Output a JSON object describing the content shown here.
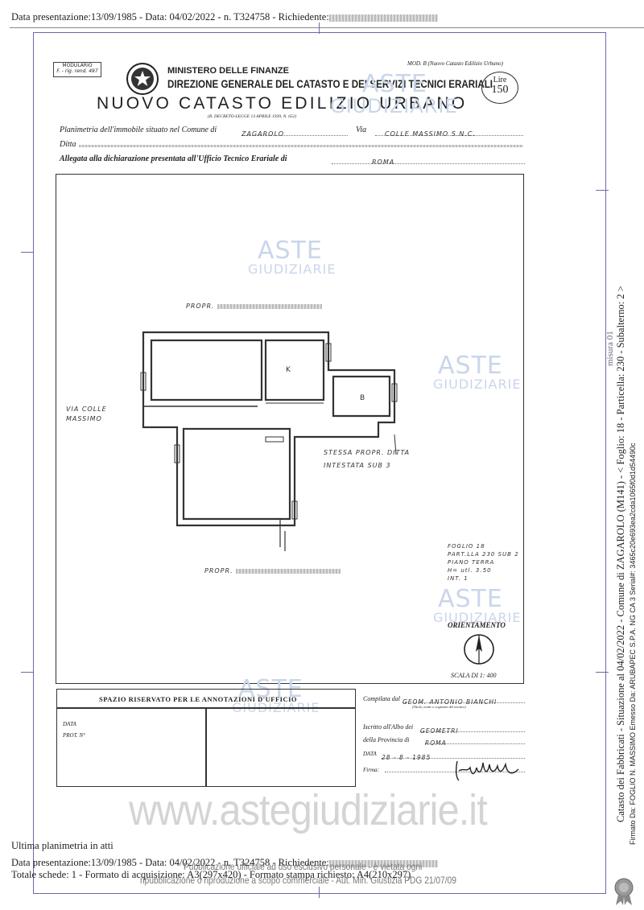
{
  "top_header": {
    "prefix": "Data presentazione:13/09/1985 - Data: 04/02/2022 - n. T324758 - Richiedente:"
  },
  "form": {
    "modulario": "MODULARIO",
    "modulario_code": "F. - rig. rend. 497",
    "ministero": "MINISTERO DELLE FINANZE",
    "direzione": "DIREZIONE GENERALE DEL CATASTO E DEI SERVIZI TECNICI ERARIALI",
    "mod_b": "MOD. B (Nuovo Catasto Edilizio Urbano)",
    "title": "NUOVO CATASTO EDILIZIO URBANO",
    "decreto": "(R. DECRETO-LEGGE 13 APRILE 1939, N. 652)",
    "lire_label": "Lire",
    "lire_value": "150",
    "planimetria_label": "Planimetria dell'immobile situato nel Comune di",
    "comune": "ZAGAROLO",
    "via_label": "Via",
    "via": "COLLE MASSIMO S.N.C.",
    "ditta_label": "Ditta",
    "allegata_label": "Allegata alla dichiarazione presentata all'Ufficio Tecnico Erariale di",
    "ufficio": "ROMA"
  },
  "plan": {
    "propr_top": "PROPR.",
    "propr_bottom": "PROPR.",
    "via_colle": "VIA COLLE",
    "massimo": "MASSIMO",
    "room_k": "K",
    "room_b": "B",
    "stessa": "STESSA PROPR. DITTA",
    "intestata": "INTESTATA SUB 3",
    "foglio": "FOGLIO 18",
    "particella": "PART.LLA 230 SUB 2",
    "piano": "PIANO TERRA",
    "h": "H= utl. 3.50",
    "int": "INT. 1",
    "orientamento": "ORIENTAMENTO",
    "scala": "SCALA DI 1: 400"
  },
  "office": {
    "spazio": "SPAZIO RISERVATO PER LE ANNOTAZIONI D'UFFICIO",
    "data_label": "DATA",
    "prot_label": "PROT. N°",
    "compilata_label": "Compilata dal",
    "compilata_value": "GEOM. ANTONIO BIANCHI",
    "titolo_hint": "(Titolo, nome e cognome del tecnico)",
    "iscritto_label": "Iscritto all'Albo dei",
    "iscritto_value": "GEOMETRI",
    "provincia_label": "della Provincia di",
    "provincia_value": "ROMA",
    "data2_label": "DATA",
    "data2_value": "28 - 8 - 1985",
    "firma_label": "Firma:"
  },
  "watermarks": {
    "aste": "ASTE",
    "giudiziarie": "GIUDIZIARIE",
    "url": "www.astegiudiziarie.it"
  },
  "side": {
    "catasto": "Catasto dei Fabbricati - Situazione al 04/02/2022 - Comune di ZAGAROLO (M141) - < Foglio: 18 - Particella: 230 - Subalterno: 2 >",
    "firmato": "Firmato Da: FOGLIO N. MASSIMO Emesso Da: ARUBAPEC S.P.A. NG CA 3 Serial#: 3465c20e693ea2cda1065f0d1d54490c",
    "ultima_misura": "misura 01"
  },
  "footer": {
    "ultima": "Ultima planimetria in atti",
    "line1": "Data presentazione:13/09/1985 - Data: 04/02/2022 - n. T324758 - Richiedente:",
    "line2": "Totale schede: 1 - Formato di acquisizione: A3(297x420) - Formato stampa richiesto: A4(210x297)",
    "pub1": "Pubblicazione ufficiale ad uso esclusivo personale - è vietata ogni",
    "pub2": "ripubblicazione o riproduzione a scopo commerciale - Aut. Min. Giustizia PDG 21/07/09"
  }
}
